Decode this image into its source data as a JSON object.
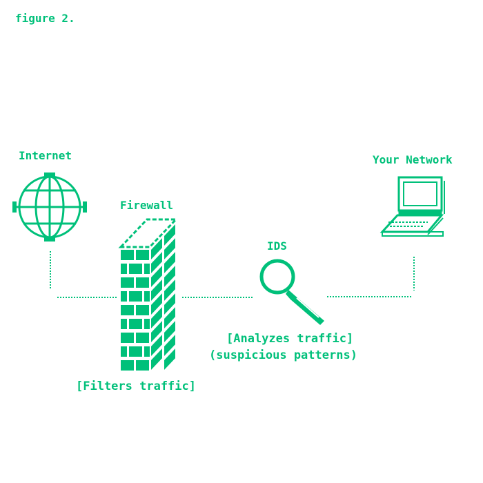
{
  "colors": {
    "accent": "#00c07a",
    "background": "#ffffff"
  },
  "caption": "figure 2.",
  "nodes": {
    "internet": {
      "label": "Internet",
      "icon": "globe-icon"
    },
    "firewall": {
      "label": "Firewall",
      "description": "[Filters traffic]",
      "icon": "brick-wall-icon"
    },
    "ids": {
      "label": "IDS",
      "description_line1": "[Analyzes traffic]",
      "description_line2": "(suspicious patterns)",
      "icon": "magnifier-icon"
    },
    "network": {
      "label": "Your Network",
      "icon": "laptop-icon"
    }
  }
}
